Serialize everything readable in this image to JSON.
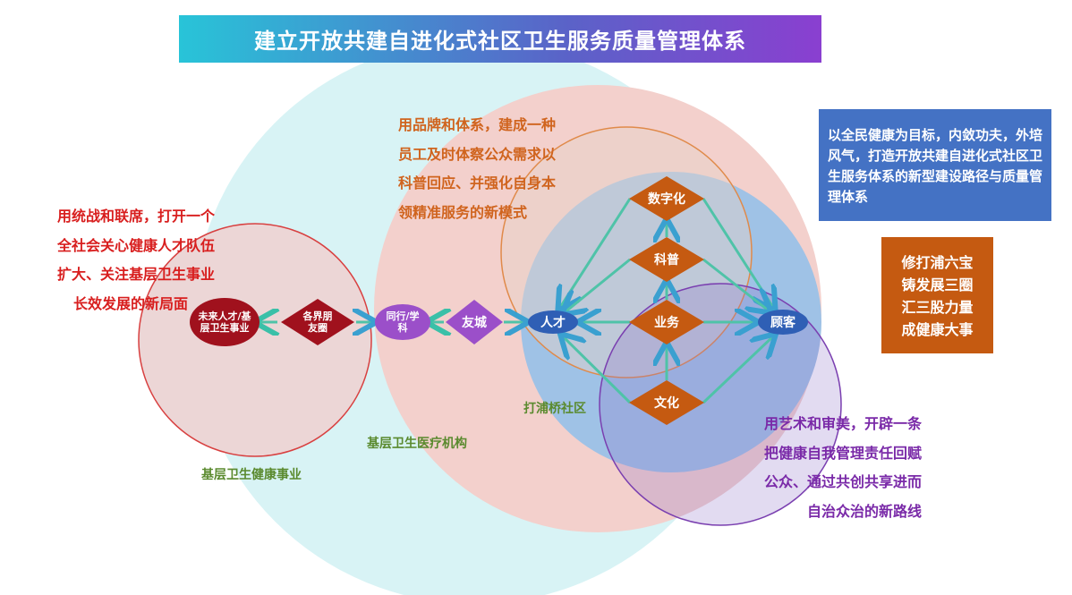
{
  "title": "建立开放共建自进化式社区卫生服务质量管理体系",
  "texts": {
    "orange": [
      "用品牌和体系，建成一种",
      "员工及时体察公众需求以",
      "科普回应、并强化自身本",
      "领精准服务的新模式"
    ],
    "red": [
      "用统战和联席，打开一个",
      "全社会关心健康人才队伍",
      "扩大、关注基层卫生事业",
      "长效发展的新局面"
    ],
    "purple": [
      "用艺术和审美，开辟一条",
      "把健康自我管理责任回赋",
      "公众、通过共创共享进而",
      "自治众治的新路线"
    ]
  },
  "circle_labels": {
    "outer": "基层卫生健康事业",
    "middle": "基层卫生医疗机构",
    "inner": "打浦桥社区"
  },
  "blue_box": "以全民健康为目标，内敛功夫，外培风气，打造开放共建自进化式社区卫生服务体系的新型建设路径与质量管理体系",
  "orange_box": [
    "修打浦六宝",
    "铸发展三圈",
    "汇三股力量",
    "成健康大事"
  ],
  "nodes": {
    "future_talent": "未来人才/基层卫生事业",
    "circles": "各界朋友圈",
    "peers": "同行/学科",
    "sister_city": "友城",
    "talent": "人才",
    "digital": "数字化",
    "science": "科普",
    "business": "业务",
    "culture": "文化",
    "customer": "顾客"
  },
  "colors": {
    "title_start": "#28c4d8",
    "title_end": "#8a3fd0",
    "dark_red": "#a0111d",
    "purple": "#9b4fc9",
    "blue": "#2f5fb5",
    "orange": "#c55a11",
    "arrow": "#4fc3a8"
  }
}
